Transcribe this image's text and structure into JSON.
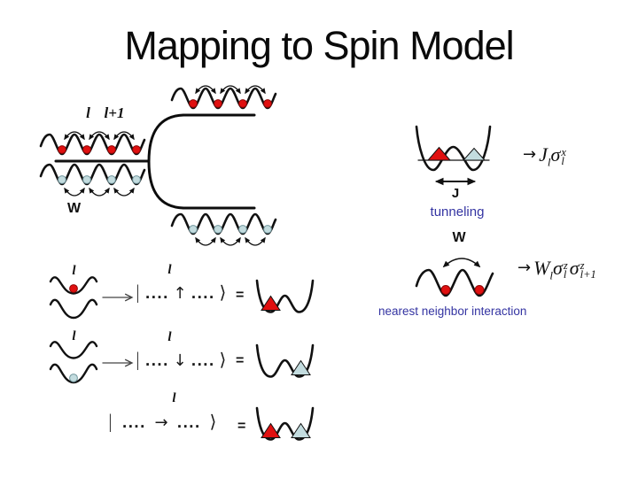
{
  "title": "Mapping to Spin Model",
  "colors": {
    "particle_red": "#e01010",
    "particle_blue": "#c3dcdf",
    "caption_text": "#3434a2",
    "line": "#111111"
  },
  "left_diagram": {
    "site_label": "l",
    "next_site_label": "l+1",
    "interchain_coupling_label": "W"
  },
  "tunneling_block": {
    "coupling_label": "J",
    "caption": "tunneling",
    "mapping": {
      "arrow": "→",
      "coefficient": "J",
      "coefficient_sub": "l",
      "operator": "σ",
      "operator_sup": "x",
      "operator_sub": "l"
    }
  },
  "interaction_block": {
    "coupling_label": "W",
    "caption": "nearest neighbor interaction",
    "mapping": {
      "arrow": "→",
      "coefficient": "W",
      "coefficient_sub": "l",
      "operator1": "σ",
      "operator1_sup": "z",
      "operator1_sub": "l",
      "operator2": "σ",
      "operator2_sup": "z",
      "operator2_sub": "l+1"
    }
  },
  "mappings": [
    {
      "well_label": "l",
      "ket_site_label": "l",
      "ket_open": "|",
      "dots_left": "....",
      "spin_symbol": "↑",
      "dots_right": "....",
      "ket_close": "⟩",
      "equals_sign": "="
    },
    {
      "well_label": "l",
      "ket_site_label": "l",
      "ket_open": "|",
      "dots_left": "....",
      "spin_symbol": "↓",
      "dots_right": "....",
      "ket_close": "⟩",
      "equals_sign": "="
    },
    {
      "ket_site_label": "l",
      "ket_open": "|",
      "dots_left": "....",
      "spin_symbol": "→",
      "dots_right": "....",
      "ket_close": "⟩",
      "equals_sign": "="
    }
  ]
}
